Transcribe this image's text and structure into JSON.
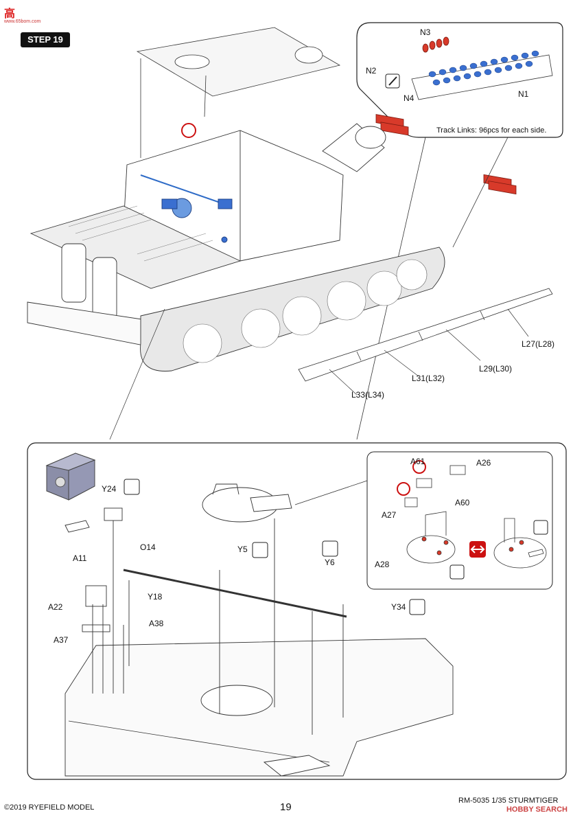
{
  "site_logo": {
    "chars": "高",
    "sub": "www.65bom.com"
  },
  "step": "STEP 19",
  "inset_track": {
    "caption": "Track Links: 96pcs for each side.",
    "parts": [
      "N1",
      "N2",
      "N3",
      "N4"
    ]
  },
  "side_skirts": [
    "L27(L28)",
    "L29(L30)",
    "L31(L32)",
    "L33(L34)"
  ],
  "lower_parts": {
    "y24": "Y24",
    "a11": "A11",
    "o14": "O14",
    "y18": "Y18",
    "a22": "A22",
    "a37": "A37",
    "a38": "A38",
    "y5": "Y5",
    "y6": "Y6",
    "y34": "Y34"
  },
  "hatch_inset": {
    "a61": "A61",
    "a26": "A26",
    "a27": "A27",
    "a60": "A60",
    "a28": "A28"
  },
  "footer": {
    "copyright": "©2019 RYEFIELD MODEL",
    "page": "19",
    "product": "RM-5035 1/35 STURMTIGER"
  },
  "watermark": "HOBBY SEARCH",
  "colors": {
    "red": "#d83a2a",
    "blue": "#2e6bc7",
    "lightblue": "#6b9be0",
    "grey": "#7a7d9c"
  }
}
